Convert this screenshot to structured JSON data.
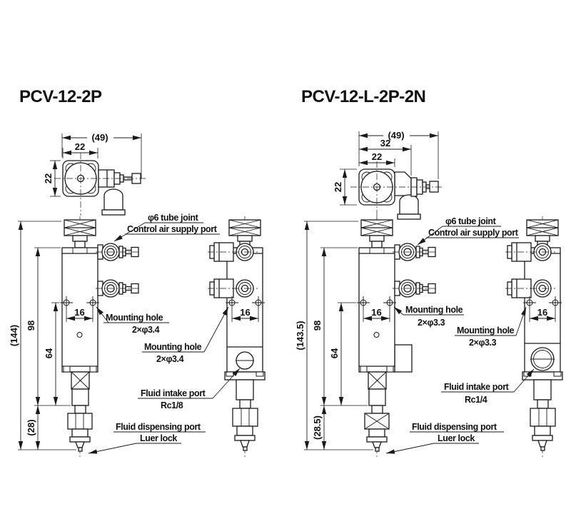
{
  "figures": {
    "left": {
      "title": "PCV-12-2P",
      "top_view": {
        "overall_width": "(49)",
        "body_width": "22",
        "body_height": "22"
      },
      "heights": {
        "overall": "(144)",
        "upper": "98",
        "lower": "64",
        "nozzle": "(28)"
      },
      "mount_spacing_front": "16",
      "mount_spacing_side": "16",
      "labels": {
        "tube_joint": "φ6 tube joint",
        "air_port": "Control air supply port",
        "mount_front_name": "Mounting hole",
        "mount_front_size": "2×φ3.4",
        "mount_side_name": "Mounting hole",
        "mount_side_size": "2×φ3.4",
        "intake_name": "Fluid intake port",
        "intake_size": "Rc1/8",
        "dispense_name": "Fluid dispensing port",
        "dispense_size": "Luer lock"
      }
    },
    "right": {
      "title": "PCV-12-L-2P-2N",
      "top_view": {
        "overall_width": "(49)",
        "step_width": "32",
        "body_width": "22",
        "body_height": "22"
      },
      "heights": {
        "overall": "(143.5)",
        "upper": "98",
        "lower": "64",
        "nozzle": "(28.5)"
      },
      "mount_spacing_front": "16",
      "mount_spacing_side": "16",
      "labels": {
        "tube_joint": "φ6 tube joint",
        "air_port": "Control air supply port",
        "mount_front_name": "Mounting hole",
        "mount_front_size": "2×φ3.3",
        "mount_side_name": "Mounting hole",
        "mount_side_size": "2×φ3.3",
        "intake_name": "Fluid intake port",
        "intake_size": "Rc1/4",
        "dispense_name": "Fluid dispensing port",
        "dispense_size": "Luer lock"
      }
    }
  }
}
